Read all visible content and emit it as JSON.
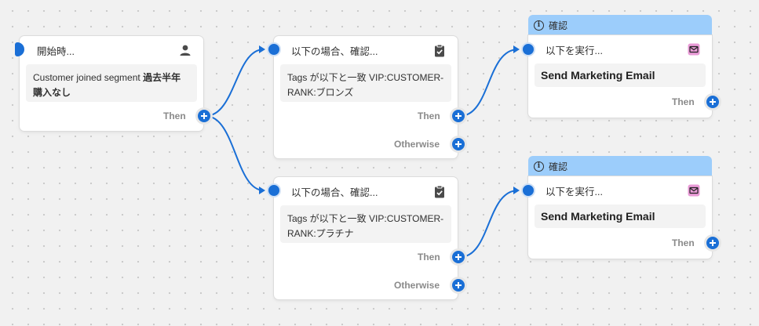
{
  "trigger": {
    "header": "開始時...",
    "icon": "person-icon",
    "body_prefix": "Customer joined segment ",
    "body_bold": "過去半年購入なし",
    "then_label": "Then"
  },
  "conditions": [
    {
      "header": "以下の場合、確認...",
      "icon": "clipboard-check-icon",
      "body": "Tags が以下と一致 VIP:CUSTOMER-RANK:ブロンズ",
      "then_label": "Then",
      "otherwise_label": "Otherwise"
    },
    {
      "header": "以下の場合、確認...",
      "icon": "clipboard-check-icon",
      "body": "Tags が以下と一致 VIP:CUSTOMER-RANK:プラチナ",
      "then_label": "Then",
      "otherwise_label": "Otherwise"
    }
  ],
  "actions": [
    {
      "banner": "確認",
      "header": "以下を実行...",
      "icon": "marketing-email-icon",
      "body": "Send Marketing Email",
      "then_label": "Then"
    },
    {
      "banner": "確認",
      "header": "以下を実行...",
      "icon": "marketing-email-icon",
      "body": "Send Marketing Email",
      "then_label": "Then"
    }
  ],
  "colors": {
    "accent": "#1a6fd6",
    "banner": "#9ccdfb",
    "canvas": "#f1f1f1"
  }
}
